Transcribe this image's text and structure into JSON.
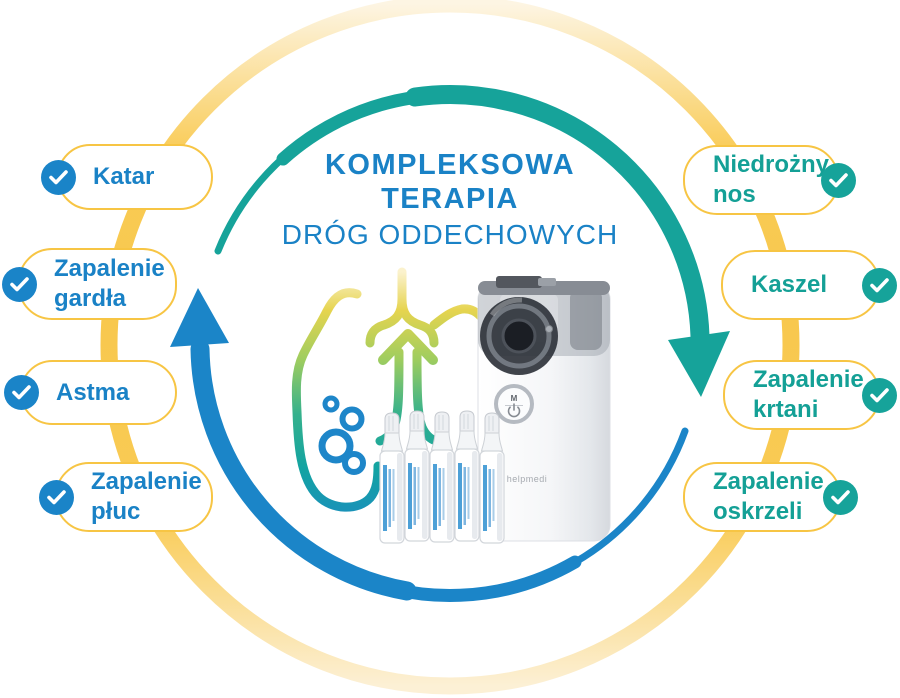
{
  "title": {
    "line1": "KOMPLEKSOWA",
    "line2": "TERAPIA",
    "line3": "DRÓG ODDECHOWYCH"
  },
  "left_badges": [
    {
      "label": "Katar"
    },
    {
      "label": "Zapalenie gardła"
    },
    {
      "label": "Astma"
    },
    {
      "label": "Zapalenie płuc"
    }
  ],
  "right_badges": [
    {
      "label": "Niedrożny nos"
    },
    {
      "label": "Kaszel"
    },
    {
      "label": "Zapalenie krtani"
    },
    {
      "label": "Zapalenie oskrzeli"
    }
  ],
  "device": {
    "brand": "helpmedi",
    "mode_button_label": "M"
  },
  "icons": {
    "badge_check": "check-icon",
    "power": "power-icon"
  },
  "colors": {
    "title_blue": "#1a82c6",
    "blue_arrow": "#1b85c8",
    "teal_arrow": "#16a39a",
    "badge_border_yellow": "#f7c544",
    "ring_yellow": "#f8c84e",
    "left_check_blue": "#1a84c8",
    "right_check_teal": "#16a39a"
  }
}
